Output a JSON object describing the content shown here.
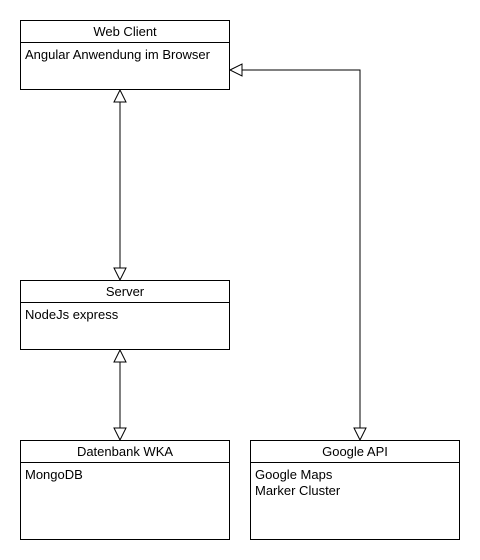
{
  "nodes": {
    "web_client": {
      "title": "Web Client",
      "lines": [
        "Angular Anwendung im Browser"
      ]
    },
    "server": {
      "title": "Server",
      "lines": [
        "NodeJs express"
      ]
    },
    "datenbank": {
      "title": "Datenbank WKA",
      "lines": [
        "MongoDB"
      ]
    },
    "google_api": {
      "title": "Google API",
      "lines": [
        "Google Maps",
        "Marker Cluster"
      ]
    }
  },
  "edges": [
    {
      "from": "web_client",
      "to": "server",
      "arrowheads": "both",
      "style": "hollow-triangle"
    },
    {
      "from": "server",
      "to": "datenbank",
      "arrowheads": "both",
      "style": "hollow-triangle"
    },
    {
      "from": "google_api",
      "to": "web_client",
      "arrowheads": "both",
      "style": "hollow-triangle"
    }
  ]
}
